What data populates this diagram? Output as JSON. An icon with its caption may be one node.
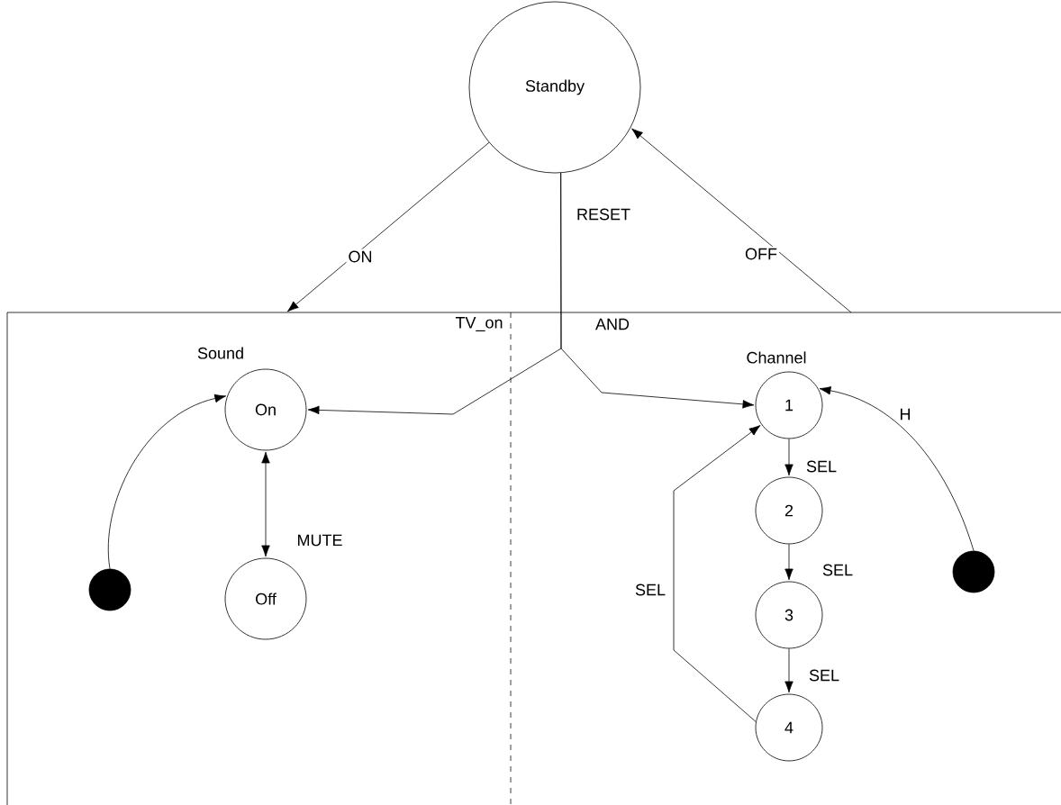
{
  "diagram": {
    "nodes": [
      {
        "text": [
          "Standby"
        ]
      },
      {
        "text": [
          "TV_on"
        ]
      },
      {
        "text": [
          "On"
        ],
        "in": 1
      },
      {
        "text": [
          "Off"
        ],
        "in": 1
      },
      {
        "text": [],
        "shape": "circle",
        "in": 1
      },
      {
        "text": [
          "1"
        ],
        "in": 1
      },
      {
        "text": [
          "2"
        ],
        "in": 1
      },
      {
        "text": [
          "3"
        ],
        "in": 1
      },
      {
        "text": [
          "4"
        ],
        "in": 1
      },
      {
        "text": [],
        "shape": "circle",
        "in": 1
      }
    ],
    "edges": [
      {
        "from": 0,
        "to": 1,
        "arrow": "to",
        "label": "ON"
      },
      {
        "from": 1,
        "to": 0,
        "arrow": "to",
        "label": "OFF"
      },
      {
        "from": 0,
        "to": 2,
        "arrow": "to",
        "label": "RESET"
      },
      {
        "from": 0,
        "to": 5,
        "arrow": "to"
      },
      {
        "from": 4,
        "to": 2,
        "arrow": "to"
      },
      {
        "from": 2,
        "to": 3,
        "arrow": "both",
        "label": "MUTE"
      },
      {
        "from": 5,
        "to": 6,
        "arrow": "to",
        "label": "SEL"
      },
      {
        "from": 6,
        "to": 7,
        "arrow": "to",
        "label": "SEL"
      },
      {
        "from": 7,
        "to": 8,
        "arrow": "to",
        "label": "SEL"
      },
      {
        "from": 8,
        "to": 5,
        "arrow": "to",
        "label": "SEL"
      },
      {
        "from": 9,
        "to": 5,
        "arrow": "to",
        "label": "H"
      }
    ],
    "labels": [
      "AND",
      "Sound",
      "Channel"
    ]
  }
}
